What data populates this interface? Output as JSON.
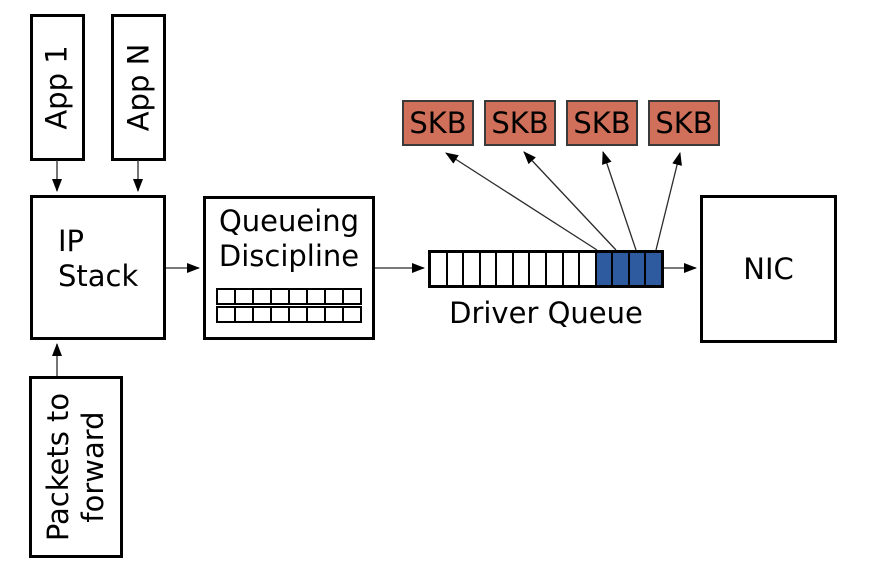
{
  "diagram": {
    "nodes": {
      "app1": {
        "label": "App 1"
      },
      "app_n": {
        "label": "App N"
      },
      "ip_stack": {
        "lines": [
          "IP",
          "Stack"
        ]
      },
      "packets_to_forward": {
        "lines": [
          "Packets to",
          "forward"
        ]
      },
      "queueing_discipline": {
        "lines": [
          "Queueing",
          "Discipline"
        ],
        "grid": {
          "rows": 2,
          "cols": 8
        }
      },
      "driver_queue": {
        "label": "Driver Queue",
        "cells": [
          "empty",
          "empty",
          "empty",
          "empty",
          "empty",
          "empty",
          "empty",
          "empty",
          "empty",
          "empty",
          "filled",
          "filled",
          "filled",
          "filled"
        ]
      },
      "nic": {
        "label": "NIC"
      },
      "skb_boxes": [
        {
          "label": "SKB"
        },
        {
          "label": "SKB"
        },
        {
          "label": "SKB"
        },
        {
          "label": "SKB"
        }
      ]
    },
    "colors": {
      "skb_fill": "#d0705a",
      "skb_border": "#3a3a3a",
      "queue_filled": "#2e5b9f",
      "box_border": "#000000",
      "line": "#2b2b2b"
    }
  }
}
